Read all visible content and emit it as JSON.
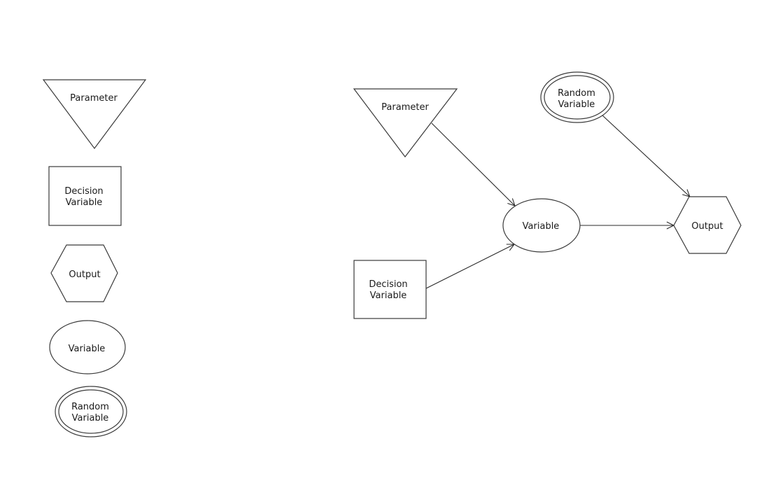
{
  "legend": {
    "parameter": "Parameter",
    "decision_variable": [
      "Decision",
      "Variable"
    ],
    "output": "Output",
    "variable": "Variable",
    "random_variable": [
      "Random",
      "Variable"
    ]
  },
  "diagram": {
    "parameter": "Parameter",
    "decision_variable": [
      "Decision",
      "Variable"
    ],
    "random_variable": [
      "Random",
      "Variable"
    ],
    "variable": "Variable",
    "output": "Output"
  },
  "edges": [
    {
      "from": "Parameter",
      "to": "Variable"
    },
    {
      "from": "Decision Variable",
      "to": "Variable"
    },
    {
      "from": "Variable",
      "to": "Output"
    },
    {
      "from": "Random Variable",
      "to": "Output"
    }
  ]
}
